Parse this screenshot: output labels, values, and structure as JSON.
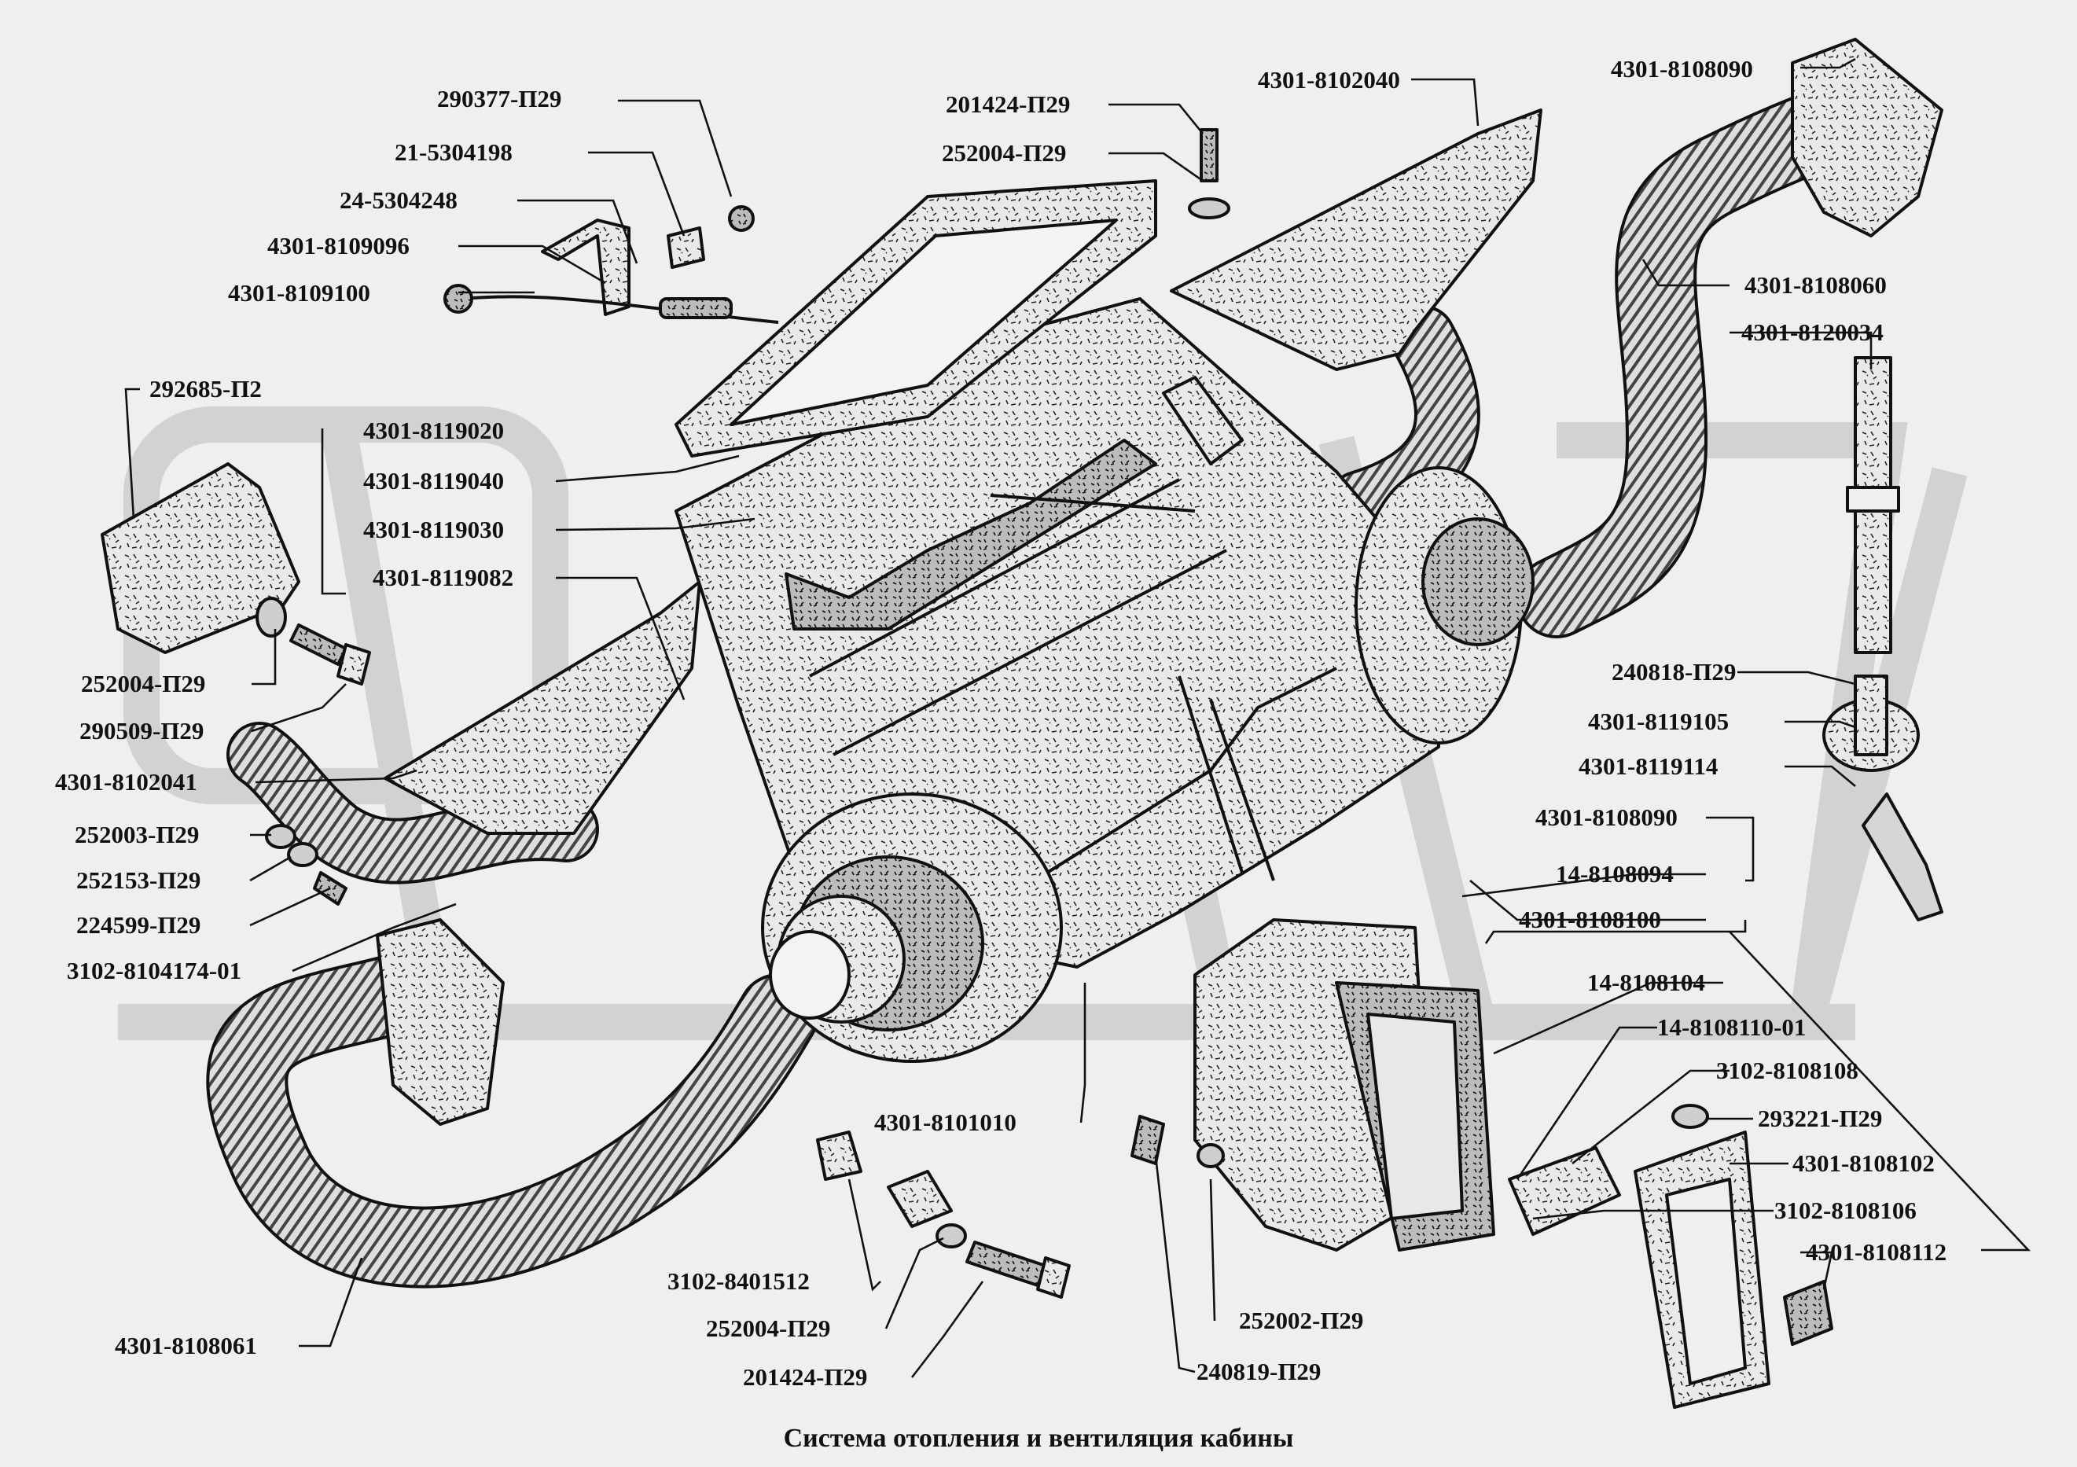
{
  "diagram": {
    "caption": "Система отопления и вентиляция кабины",
    "labels": {
      "l01": "290377-П29",
      "l02": "21-5304198",
      "l03": "24-5304248",
      "l04": "4301-8109096",
      "l05": "4301-8109100",
      "l06": "201424-П29",
      "l07": "252004-П29",
      "l08": "4301-8102040",
      "l09": "4301-8108090",
      "l10": "4301-8108060",
      "l11": "4301-8120034",
      "l12": "292685-П2",
      "l13": "4301-8119020",
      "l14": "4301-8119040",
      "l15": "4301-8119030",
      "l16": "4301-8119082",
      "l17": "252004-П29",
      "l18": "290509-П29",
      "l19": "4301-8102041",
      "l20": "252003-П29",
      "l21": "252153-П29",
      "l22": "224599-П29",
      "l23": "3102-8104174-01",
      "l24": "240818-П29",
      "l25": "4301-8119105",
      "l26": "4301-8119114",
      "l27": "4301-8108090",
      "l28": "14-8108094",
      "l29": "4301-8108100",
      "l30": "14-8108104",
      "l31": "14-8108110-01",
      "l32": "3102-8108108",
      "l33": "293221-П29",
      "l34": "4301-8108102",
      "l35": "3102-8108106",
      "l36": "4301-8108112",
      "l37": "4301-8101010",
      "l38": "3102-8401512",
      "l39": "252004-П29",
      "l40": "201424-П29",
      "l41": "252002-П29",
      "l42": "240819-П29",
      "l43": "4301-8108061"
    }
  }
}
